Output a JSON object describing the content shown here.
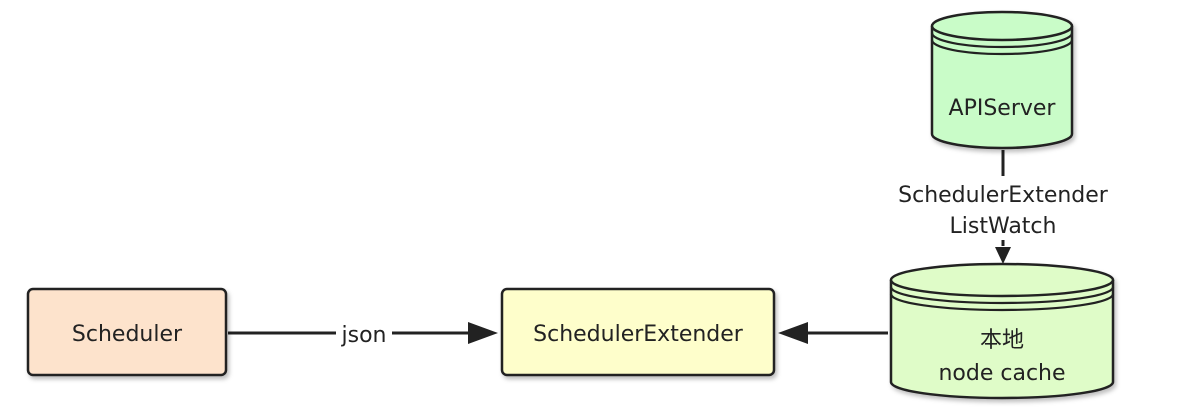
{
  "nodes": {
    "scheduler": {
      "label": "Scheduler",
      "fill": "#fde3cc"
    },
    "extender": {
      "label": "SchedulerExtender",
      "fill": "#fefecb"
    },
    "apiserver": {
      "label": "APIServer",
      "fill": "#c9fcc8"
    },
    "cache": {
      "line1": "本地",
      "line2": "node cache",
      "fill": "#dffcc8"
    }
  },
  "edges": {
    "scheduler_to_extender": {
      "label": "json"
    },
    "apiserver_to_cache": {
      "line1": "SchedulerExtender",
      "line2": "ListWatch"
    }
  },
  "colors": {
    "stroke": "#222222",
    "text": "#222222"
  }
}
